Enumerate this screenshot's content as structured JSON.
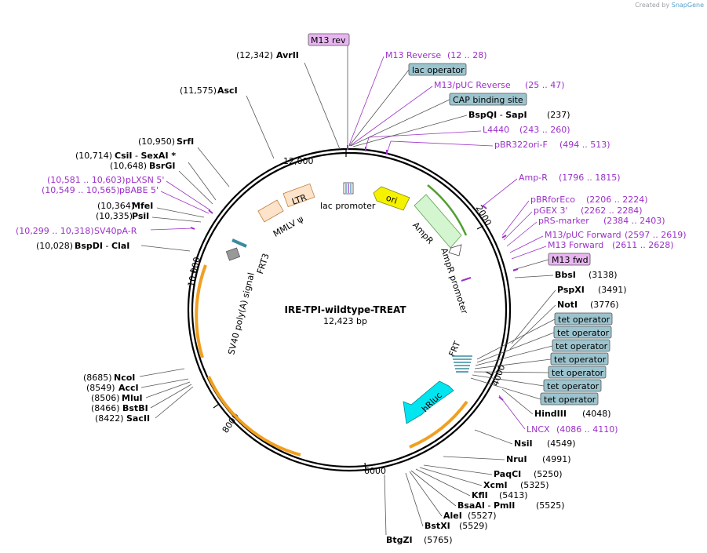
{
  "plasmid": {
    "name": "IRE-TPI-wildtype-TREAT",
    "size": "12,423 bp"
  },
  "credit": {
    "prefix": "Created by",
    "brand": "SnapGene"
  },
  "ticks": [
    "12,000",
    "2000",
    "4000",
    "6000",
    "8000",
    "10,000"
  ],
  "features": {
    "lac_promoter": "lac promoter",
    "ori": "ori",
    "ampr": "AmpR",
    "ampr_promoter": "AmpR promoter",
    "ltr": "LTR",
    "mmlv": "MMLV ψ",
    "frt3": "FRT3",
    "sv40": "SV40 poly(A) signal",
    "frt": "FRT",
    "hrluc": "hRluc"
  },
  "boxed_labels": {
    "m13rev": "M13 rev",
    "lac_operator": "lac operator",
    "cap": "CAP binding site",
    "m13fwd": "M13 fwd",
    "tet": [
      "tet operator",
      "tet operator",
      "tet operator",
      "tet operator",
      "tet operator",
      "tet operator",
      "tet operator"
    ]
  },
  "right_sites": [
    {
      "name": "BspQI",
      "extra": "SapI",
      "pos": "(237)"
    },
    {
      "name": "BbsI",
      "pos": "(3138)"
    },
    {
      "name": "PspXI",
      "pos": "(3491)"
    },
    {
      "name": "NotI",
      "pos": "(3776)"
    },
    {
      "name": "HindIII",
      "pos": "(4048)"
    },
    {
      "name": "NsiI",
      "pos": "(4549)"
    },
    {
      "name": "NruI",
      "pos": "(4991)"
    },
    {
      "name": "PaqCI",
      "pos": "(5250)"
    },
    {
      "name": "XcmI",
      "pos": "(5325)"
    },
    {
      "name": "KflI",
      "pos": "(5413)"
    },
    {
      "name": "BsaAI",
      "extra": "PmlI",
      "pos": "(5525)"
    },
    {
      "name": "AleI",
      "pos": "(5527)"
    },
    {
      "name": "BstXI",
      "pos": "(5529)"
    },
    {
      "name": "BtgZI",
      "pos": "(5765)"
    }
  ],
  "right_primers": [
    {
      "name": "M13 Reverse",
      "range": "(12 .. 28)"
    },
    {
      "name": "M13/pUC Reverse",
      "range": "(25 .. 47)"
    },
    {
      "name": "L4440",
      "range": "(243 .. 260)"
    },
    {
      "name": "pBR322ori-F",
      "range": "(494 .. 513)"
    },
    {
      "name": "Amp-R",
      "range": "(1796 .. 1815)"
    },
    {
      "name": "pBRforEco",
      "range": "(2206 .. 2224)"
    },
    {
      "name": "pGEX 3'",
      "range": "(2262 .. 2284)"
    },
    {
      "name": "pRS-marker",
      "range": "(2384 .. 2403)"
    },
    {
      "name": "M13/pUC Forward",
      "range": "(2597 .. 2619)"
    },
    {
      "name": "M13 Forward",
      "range": "(2611 .. 2628)"
    },
    {
      "name": "LNCX",
      "range": "(4086 .. 4110)"
    }
  ],
  "left_sites": [
    {
      "pos": "(12,342)",
      "name": "AvrII"
    },
    {
      "pos": "(11,575)",
      "name": "AscI"
    },
    {
      "pos": "(10,950)",
      "name": "SrfI"
    },
    {
      "pos": "(10,714)",
      "name": "CsiI",
      "extra": "SexAI *"
    },
    {
      "pos": "(10,648)",
      "name": "BsrGI"
    },
    {
      "pos": "(10,364)",
      "name": "MfeI"
    },
    {
      "pos": "(10,335)",
      "name": "PsiI"
    },
    {
      "pos": "(10,028)",
      "name": "BspDI",
      "extra": "ClaI"
    },
    {
      "pos": "(8685)",
      "name": "NcoI"
    },
    {
      "pos": "(8549)",
      "name": "AccI"
    },
    {
      "pos": "(8506)",
      "name": "MluI"
    },
    {
      "pos": "(8466)",
      "name": "BstBI"
    },
    {
      "pos": "(8422)",
      "name": "SacII"
    }
  ],
  "left_primers": [
    {
      "range": "(10,581 .. 10,603)",
      "name": "pLXSN 5'"
    },
    {
      "range": "(10,549 .. 10,565)",
      "name": "pBABE 5'"
    },
    {
      "range": "(10,299 .. 10,318)",
      "name": "SV40pA-R"
    }
  ],
  "colors": {
    "primer": "#9b30c8",
    "operator_fill": "#9cc4cf",
    "m13_fill": "#e7b6f0",
    "ori": "#f5f200",
    "ampr": "#d3f5cf",
    "hrluc": "#00e5f0",
    "ltr": "#fde3c9",
    "orf": "#f0a020"
  }
}
